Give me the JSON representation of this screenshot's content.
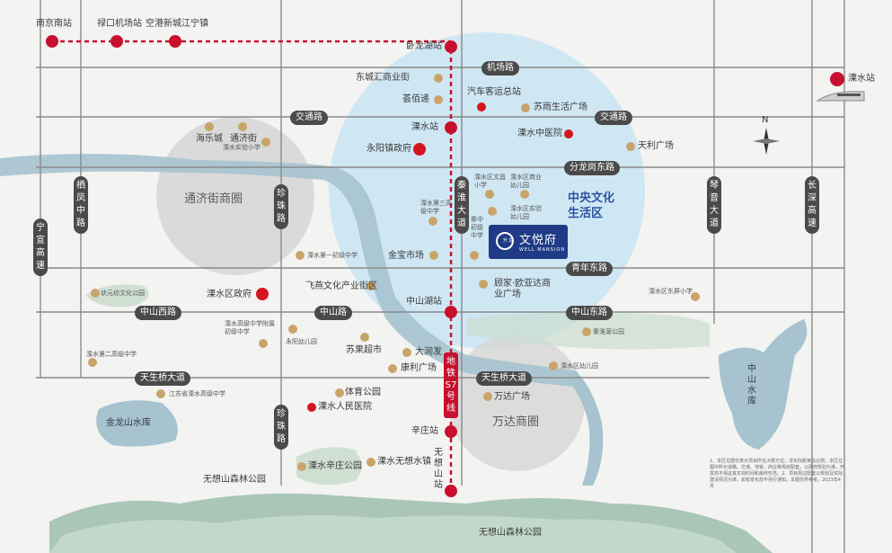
{
  "colors": {
    "background": "#f3f3f1",
    "road": "#4a4a4a",
    "metro": "#c8102e",
    "circle_blue": "#c8e4f3",
    "circle_gray": "#d2d2d2",
    "water": "#a6c3cf",
    "green": "#c9ddd0",
    "poi": "#c9a46a",
    "logo": "#1f3b86"
  },
  "metro_stations": {
    "nanjing_south": "南京南站",
    "lukou_airport": "禄口机场站",
    "airport_new_city": "空港新城江宁镇",
    "wolonghu": "卧龙湖站",
    "lishui": "溧水站",
    "zhongshanhu": "中山湖站",
    "xinzhuang": "辛庄站",
    "wuxiangshan": "无想山站",
    "lishui_rail": "溧水站"
  },
  "metro_line": "地铁S7号线",
  "roads_h": {
    "jichang": "机场路",
    "jiaotong_left": "交通路",
    "jiaotong_right": "交通路",
    "fenlonggang": "分龙岗东路",
    "qingnian": "青年东路",
    "zhongshan_west": "中山西路",
    "zhongshan": "中山路",
    "zhongshan_east": "中山东路",
    "tianshengqiao_left": "天生桥大道",
    "tianshengqiao_right": "天生桥大道"
  },
  "roads_v": {
    "qifeng": "栖凤中路",
    "ningxuan": "宁宣高速",
    "zhenzhu_upper": "珍珠路",
    "zhenzhu_lower": "珍珠路",
    "qinhuai": "秦淮大道",
    "qinyin": "琴音大道",
    "changshen": "长深高速"
  },
  "areas": {
    "tongjijie": "通济街商圈",
    "wanda": "万达商圈",
    "central": "中央文化生活区"
  },
  "pois": {
    "dongchenghui": "东城汇商业街",
    "huibaidi": "荟佰递",
    "bus_station": "汽车客运总站",
    "suyu": "苏雨生活广场",
    "hailecheng": "海乐城",
    "tongjijie_poi": "通济街",
    "lishui_primary": "溧水实验小学",
    "yongyang_gov": "永阳镇政府",
    "lishui_tcm": "溧水中医院",
    "tianli": "天利广场",
    "wenjing_primary": "溧水区文昌小学",
    "commercial_kg": "溧水区商业幼儿园",
    "experimental_kg": "溧水区实验幼儿园",
    "lishui_no3": "溧水第三高级中学",
    "qinzhong": "秦中初级中学",
    "lishui_no1": "溧水第一初级中学",
    "jinbao": "金宝市场",
    "feihe": "飞燕文化产业街区",
    "gujia": "顾家·欧亚达商业广场",
    "zhuangyuanfang": "状元坊文化公园",
    "district_gov": "溧水区政府",
    "lishui_east_primary": "溧水区东屏小学",
    "lishui_high_attached": "溧水高级中学附属初级中学",
    "yongyang_kg": "永阳幼儿园",
    "suguo": "苏果超市",
    "darunfa": "大润发",
    "kangli": "康利广场",
    "qinhuai_park": "秦淮源公园",
    "yuanxing_kg": "溧水区幼儿园",
    "lishui_no2": "溧水第二高级中学",
    "jiangsu_high": "江苏省溧水高级中学",
    "tiyu": "体育公园",
    "wanda_plaza": "万达广场",
    "hospital": "溧水人民医院",
    "jinlong": "金龙山水库",
    "zhongshan_reservoir": "中山水库",
    "xinzhuang_park": "溧水辛庄公园",
    "wuxiang_town": "溧水无想水镇",
    "wuxiangshan_park_left": "无想山森林公园",
    "wuxiangshan_park_bottom": "无想山森林公园"
  },
  "project": {
    "brand": "文悦府",
    "sub": "WELL MANSION",
    "mark": "升龙"
  },
  "compass": "N",
  "disclaimer": "1、本区位图仅表示项目所在大致方位，非实际距离及比例，本区位图中所示道路、交通、地铁、商业等规划配套，以政府规划为准，开发商不保证其实现时间和最终形态。2、项目周边配套以规划及实际建设情况为准，如有变化恕不另行通知。本图仅供参考。2023年4月"
}
